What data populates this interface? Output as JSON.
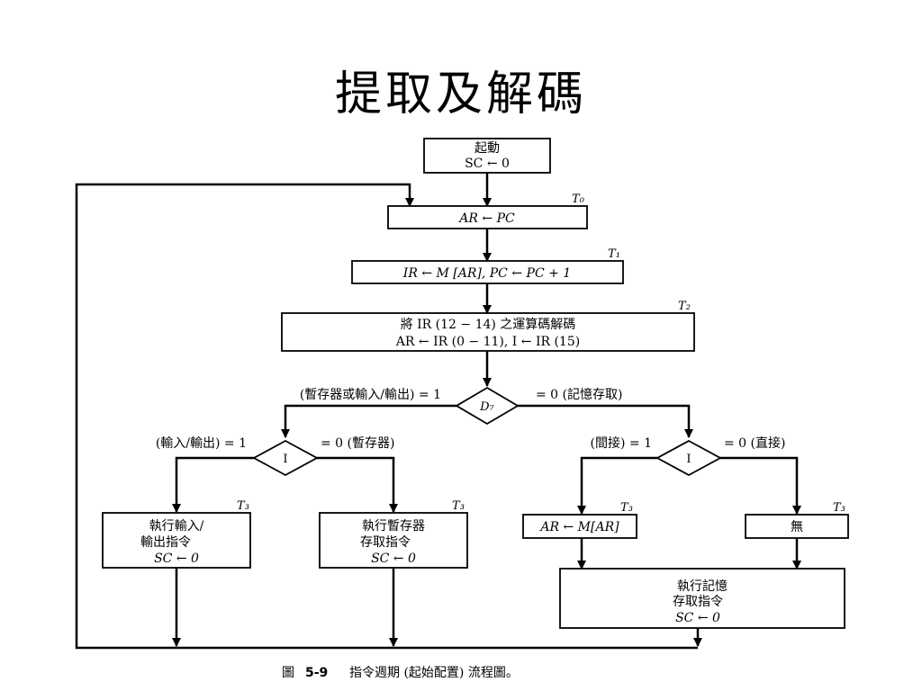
{
  "slide": {
    "title": "提取及解碼"
  },
  "flowchart": {
    "start": {
      "line1": "起動",
      "line2": "SC ← 0"
    },
    "t0": {
      "label": "T₀",
      "box": "AR ← PC"
    },
    "t1": {
      "label": "T₁",
      "box": "IR ← M [AR],  PC ← PC + 1"
    },
    "t2": {
      "label": "T₂",
      "line1": "將  IR (12 − 14)  之運算碼解碼",
      "line2": "AR ← IR (0 − 11),  I ← IR (15)"
    },
    "d7": {
      "label": "D₇",
      "left_branch": "(暫存器或輸入/輸出) = 1",
      "right_branch": "= 0  (記憶存取)"
    },
    "i_left": {
      "label": "I",
      "left_branch": "(輸入/輸出) = 1",
      "right_branch": "= 0  (暫存器)"
    },
    "i_right": {
      "label": "I",
      "left_branch": "(間接)  = 1",
      "right_branch": "= 0  (直接)"
    },
    "io_exec": {
      "t": "T₃",
      "line1": "執行輸入/",
      "line2": "輸出指令",
      "line3": "SC ← 0"
    },
    "reg_exec": {
      "t": "T₃",
      "line1": "執行暫存器",
      "line2": "存取指令",
      "line3": "SC ← 0"
    },
    "indirect": {
      "t": "T₃",
      "box": "AR ← M[AR]"
    },
    "direct": {
      "t": "T₃",
      "box": "無"
    },
    "mem_exec": {
      "line1": "執行記憶",
      "line2": "存取指令",
      "line3": "SC ← 0"
    }
  },
  "caption": {
    "prefix": "圖",
    "number": "5-9",
    "text": "指令週期 (起始配置) 流程圖。"
  }
}
